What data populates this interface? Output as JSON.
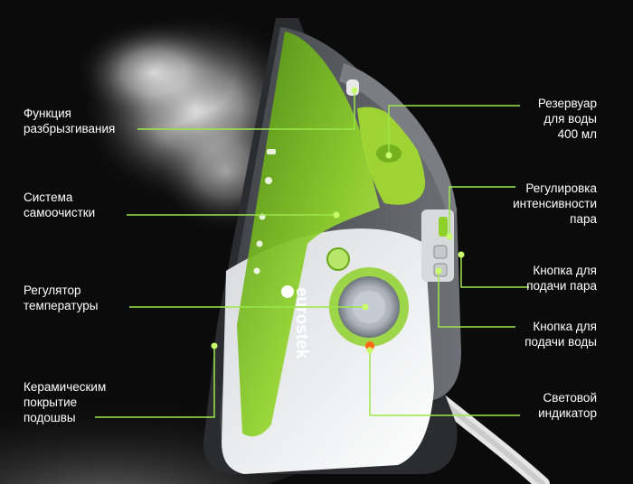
{
  "brand": {
    "logo_text": "eurostek"
  },
  "colors": {
    "background": "#0b0b0b",
    "accent": "#8ed12a",
    "callout_line": "#9be84a",
    "body_grey": "#5c5f63",
    "label_text": "#ffffff"
  },
  "callouts": {
    "spray": {
      "line1": "Функция",
      "line2": "разбрызгивания"
    },
    "selfclean": {
      "line1": "Система",
      "line2": "самоочистки"
    },
    "temperature": {
      "line1": "Регулятор",
      "line2": "температуры"
    },
    "soleplate": {
      "line1": "Керамическим",
      "line2": "покрытие",
      "line3": "подошвы"
    },
    "reservoir": {
      "line1": "Резервуар",
      "line2": "для воды",
      "line3": "400 мл"
    },
    "steam_intensity": {
      "line1": "Регулировка",
      "line2": "интенсивности",
      "line3": "пара"
    },
    "steam_button": {
      "line1": "Кнопка для",
      "line2": "подачи пара"
    },
    "water_button": {
      "line1": "Кнопка для",
      "line2": "подачи воды"
    },
    "indicator": {
      "line1": "Световой",
      "line2": "индикатор"
    }
  }
}
